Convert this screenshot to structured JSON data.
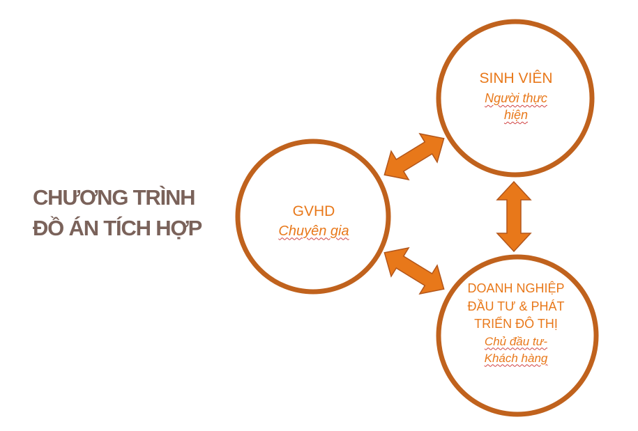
{
  "title": {
    "line1": "CHƯƠNG TRÌNH",
    "line2": "ĐỒ ÁN TÍCH HỢP"
  },
  "colors": {
    "circle_stroke": "#c0621d",
    "arrow_fill": "#e8781a",
    "arrow_stroke": "#b2551a",
    "text": "#e8781a",
    "title": "#7a625a"
  },
  "nodes": {
    "gvhd": {
      "name": "GVHD",
      "role": "Chuyên gia"
    },
    "sinh_vien": {
      "name": "SINH VIÊN",
      "role": "Người thực hiện"
    },
    "doanh_nghiep": {
      "name": "DOANH NGHIỆP ĐẦU TƯ & PHÁT TRIỂN ĐÔ THỊ",
      "role": "Chủ đầu tư- Khách hàng"
    }
  },
  "connections": [
    {
      "from": "gvhd",
      "to": "sinh_vien"
    },
    {
      "from": "sinh_vien",
      "to": "doanh_nghiep"
    },
    {
      "from": "gvhd",
      "to": "doanh_nghiep"
    }
  ]
}
